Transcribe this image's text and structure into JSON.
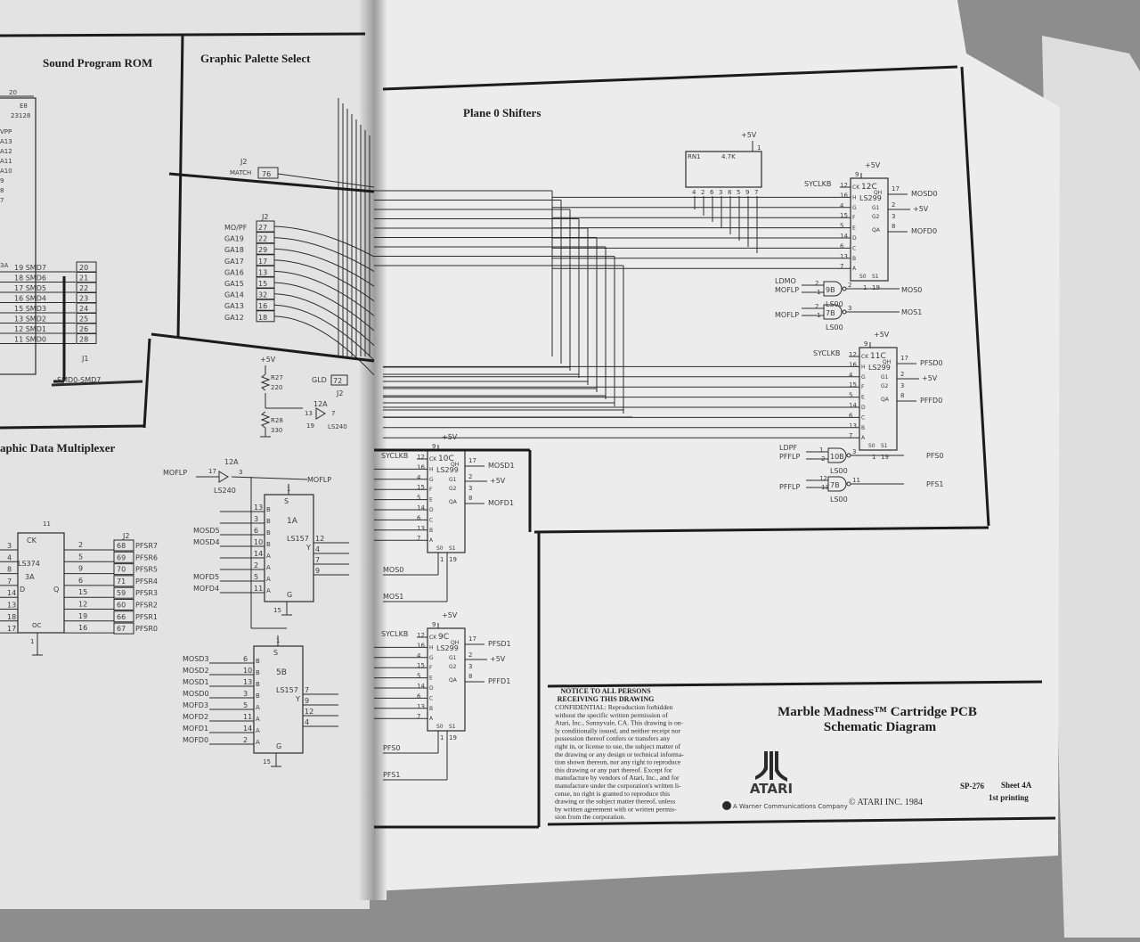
{
  "sections": {
    "sound_rom": "Sound Program ROM",
    "palette_select": "Graphic Palette Select",
    "plane0": "Plane 0 Shifters",
    "multiplexer": "aphic Data Multiplexer"
  },
  "rom": {
    "pin_top": "20",
    "ref": "E8",
    "part": "23128",
    "pins": [
      "VPP",
      "A13",
      "A12",
      "A11",
      "A10",
      "9",
      "8",
      "7"
    ],
    "ref_3a": "3A"
  },
  "sound_bus": {
    "signals": [
      "19 SMD7",
      "18 SMD6",
      "17 SMD5",
      "16 SMD4",
      "15 SMD3",
      "13 SMD2",
      "12 SMD1",
      "11 SMD0"
    ],
    "j1_pins": [
      "20",
      "21",
      "22",
      "23",
      "24",
      "25",
      "26",
      "28"
    ],
    "j1_label": "J1",
    "bus_label": "SMD0-SMD7"
  },
  "palette": {
    "match_label": "MATCH",
    "match_pin": "76",
    "j2": "J2",
    "signals": [
      "MO/PF",
      "GA19",
      "GA18",
      "GA17",
      "GA16",
      "GA15",
      "GA14",
      "GA13",
      "GA12"
    ],
    "pins": [
      "27",
      "22",
      "29",
      "17",
      "13",
      "15",
      "32",
      "16",
      "18"
    ],
    "vcc": "+5V",
    "r27": "R27",
    "r27_val": "220",
    "r28": "R28",
    "r28_val": "330",
    "gld": "GLD",
    "gld_pin": "72",
    "buf_ref": "12A",
    "buf_part": "LS240",
    "buf_in": "13",
    "buf_out": "7",
    "buf_en": "19"
  },
  "ls299": {
    "part": "LS299",
    "pin_nums": [
      "12",
      "16",
      "4",
      "15",
      "5",
      "14",
      "6",
      "13",
      "7"
    ],
    "pin_names": [
      "CK",
      "H",
      "G",
      "F",
      "E",
      "D",
      "C",
      "B",
      "A"
    ],
    "clock": "SYCLKB",
    "vcc": "+5V",
    "vcc_pin": "9",
    "g1": "G1",
    "g2": "G2",
    "g1_pin": "2",
    "g2_pin": "3",
    "qh": "QH",
    "qh_pin": "17",
    "qa": "QA",
    "qa_pin": "8",
    "s0": "S0",
    "s1": "S1",
    "s0_pin": "1",
    "s1_pin": "19"
  },
  "shifters": [
    {
      "ref": "12C",
      "qh_out": "MOSD0",
      "qa_out": "MOFD0",
      "s0_in": "MOS0",
      "s1_in": "MOS1"
    },
    {
      "ref": "11C",
      "qh_out": "PFSD0",
      "qa_out": "PFFD0",
      "s0_in": "PFS0",
      "s1_in": "PFS1"
    },
    {
      "ref": "10C",
      "qh_out": "MOSD1",
      "qa_out": "MOFD1",
      "s0_in": "MOS0",
      "s1_in": "MOS1"
    },
    {
      "ref": "9C",
      "qh_out": "PFSD1",
      "qa_out": "PFFD1",
      "s0_in": "PFS0",
      "s1_in": "PFS1"
    }
  ],
  "resistor_net": {
    "vcc": "+5V",
    "ref": "RN1",
    "value": "4.7K",
    "pins": [
      "4",
      "2",
      "6",
      "3",
      "8",
      "5",
      "9",
      "7"
    ],
    "top_pin": "1"
  },
  "gates": [
    {
      "ref": "9B",
      "part": "LS00",
      "in1": "LDMO",
      "in2": "MOFLP",
      "p1": "2",
      "p2": "1",
      "pout": "2"
    },
    {
      "ref": "7B",
      "part": "LS00",
      "in1": "",
      "in2": "MOFLP",
      "p1": "2",
      "p2": "1",
      "pout": "3"
    },
    {
      "ref": "10B",
      "part": "LS00",
      "in1": "LDPF",
      "in2": "PFFLP",
      "p1": "1",
      "p2": "2",
      "pout": "3"
    },
    {
      "ref": "7B",
      "part": "LS00",
      "in1": "",
      "in2": "PFFLP",
      "p1": "12",
      "p2": "13",
      "pout": "11"
    }
  ],
  "mux": {
    "inv_in": "MOFLP",
    "inv_ref": "12A",
    "inv_part": "LS240",
    "inv_in_pin": "17",
    "inv_out_pin": "3",
    "inv_out": "MOFLP",
    "chip_1a": {
      "ref": "1A",
      "part": "LS157",
      "inputs": [
        "",
        "",
        "MOSD5",
        "MOSD4",
        "",
        "",
        "MOFD5",
        "MOFD4"
      ],
      "pins": [
        "13",
        "3",
        "6",
        "10",
        "14",
        "2",
        "5",
        "11"
      ],
      "sel": [
        "B",
        "B",
        "B",
        "B",
        "A",
        "A",
        "A",
        "A"
      ],
      "outs": [
        "12",
        "4",
        "7",
        "9"
      ]
    },
    "chip_5b": {
      "ref": "5B",
      "part": "LS157",
      "inputs": [
        "MOSD3",
        "MOSD2",
        "MOSD1",
        "MOSD0",
        "MOFD3",
        "MOFD2",
        "MOFD1",
        "MOFD0"
      ],
      "pins": [
        "6",
        "10",
        "13",
        "3",
        "5",
        "11",
        "14",
        "2"
      ],
      "sel": [
        "B",
        "B",
        "B",
        "B",
        "A",
        "A",
        "A",
        "A"
      ],
      "outs": [
        "7",
        "9",
        "12",
        "4"
      ]
    },
    "s_label": "S",
    "y_label": "Y",
    "g_label": "G",
    "g_pin": "15",
    "s_pin": "1"
  },
  "latch": {
    "ref": "3A",
    "part": "LS374",
    "ck": "CK",
    "ck_pin": "11",
    "d": "D",
    "q": "Q",
    "oc": "OC",
    "oc_pin": "1",
    "in_pins": [
      "3",
      "4",
      "8",
      "7",
      "14",
      "13",
      "18",
      "17"
    ],
    "out_pins": [
      "2",
      "5",
      "9",
      "6",
      "15",
      "12",
      "19",
      "16"
    ],
    "j2": "J2",
    "j2_pins": [
      "68",
      "69",
      "70",
      "71",
      "59",
      "60",
      "66",
      "67"
    ],
    "signals": [
      "PFSR7",
      "PFSR6",
      "PFSR5",
      "PFSR4",
      "PFSR3",
      "PFSR2",
      "PFSR1",
      "PFSR0"
    ]
  },
  "title_block": {
    "notice_heading_1": "NOTICE TO ALL PERSONS",
    "notice_heading_2": "RECEIVING THIS DRAWING",
    "notice_lines": [
      "CONFIDENTIAL: Reproduction forbidden",
      "without the specific written permission of",
      "Atari, Inc., Sunnyvale, CA. This drawing is on-",
      "ly conditionally issued, and neither receipt nor",
      "possession thereof confers or transfers any",
      "right in, or license to use, the subject matter of",
      "the drawing or any design or technical informa-",
      "tion shown thereon, nor any right to reproduce",
      "this drawing or any part thereof. Except for",
      "manufacture by vendors of Atari, Inc., and for",
      "manufacture under the corporation's written li-",
      "cense, no right is granted to reproduce this",
      "drawing or the subject matter thereof, unless",
      "by written agreement with or written permis-",
      "sion from the corporation."
    ],
    "title_1": "Marble Madness™ Cartridge PCB",
    "title_2": "Schematic Diagram",
    "logo_text": "ATARI",
    "warner": "A Warner Communications Company",
    "copyright": "© ATARI INC. 1984",
    "doc_number": "SP-276",
    "sheet": "Sheet 4A",
    "printing": "1st printing"
  }
}
